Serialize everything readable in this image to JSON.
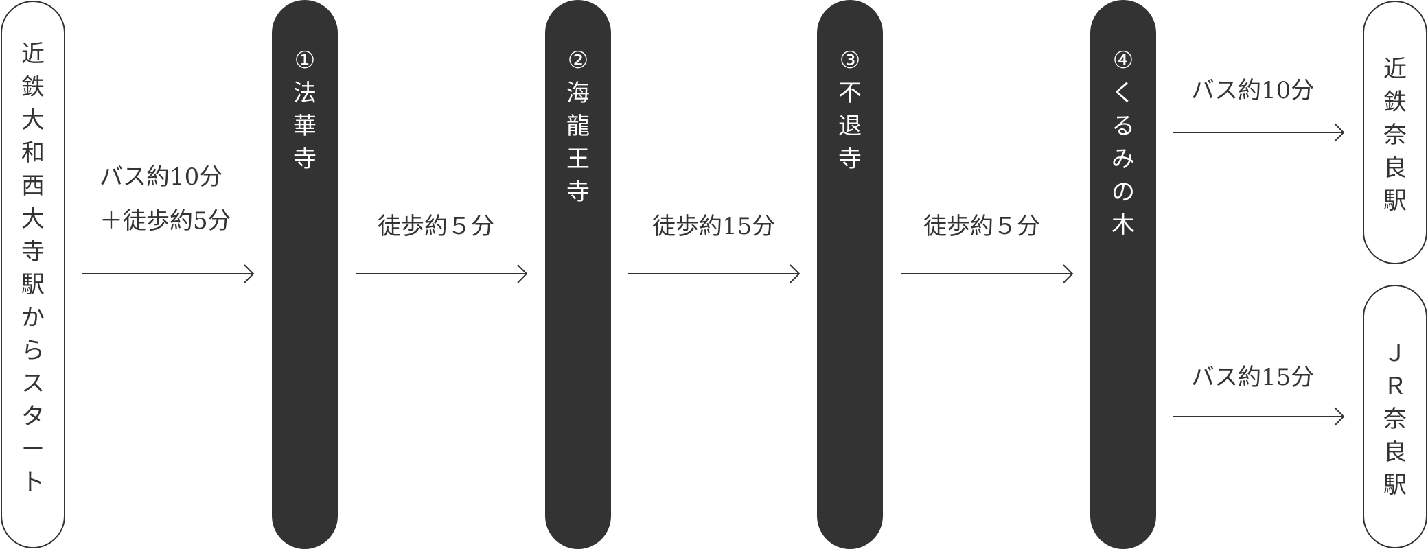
{
  "start": {
    "label": "近鉄大和西大寺駅からスタート"
  },
  "stops": [
    {
      "number": "①",
      "name": "法華寺"
    },
    {
      "number": "②",
      "name": "海龍王寺"
    },
    {
      "number": "③",
      "name": "不退寺"
    },
    {
      "number": "④",
      "name": "くるみの木"
    }
  ],
  "legs": [
    {
      "line1": "バス約10分",
      "line2": "＋徒歩約5分"
    },
    {
      "line1": "徒歩約５分"
    },
    {
      "line1": "徒歩約15分"
    },
    {
      "line1": "徒歩約５分"
    }
  ],
  "destinations": [
    {
      "name": "近鉄奈良駅",
      "time": "バス約10分"
    },
    {
      "name": "ＪＲ奈良駅",
      "time": "バス約15分"
    }
  ],
  "colors": {
    "dark": "#333333",
    "light": "#ffffff"
  }
}
